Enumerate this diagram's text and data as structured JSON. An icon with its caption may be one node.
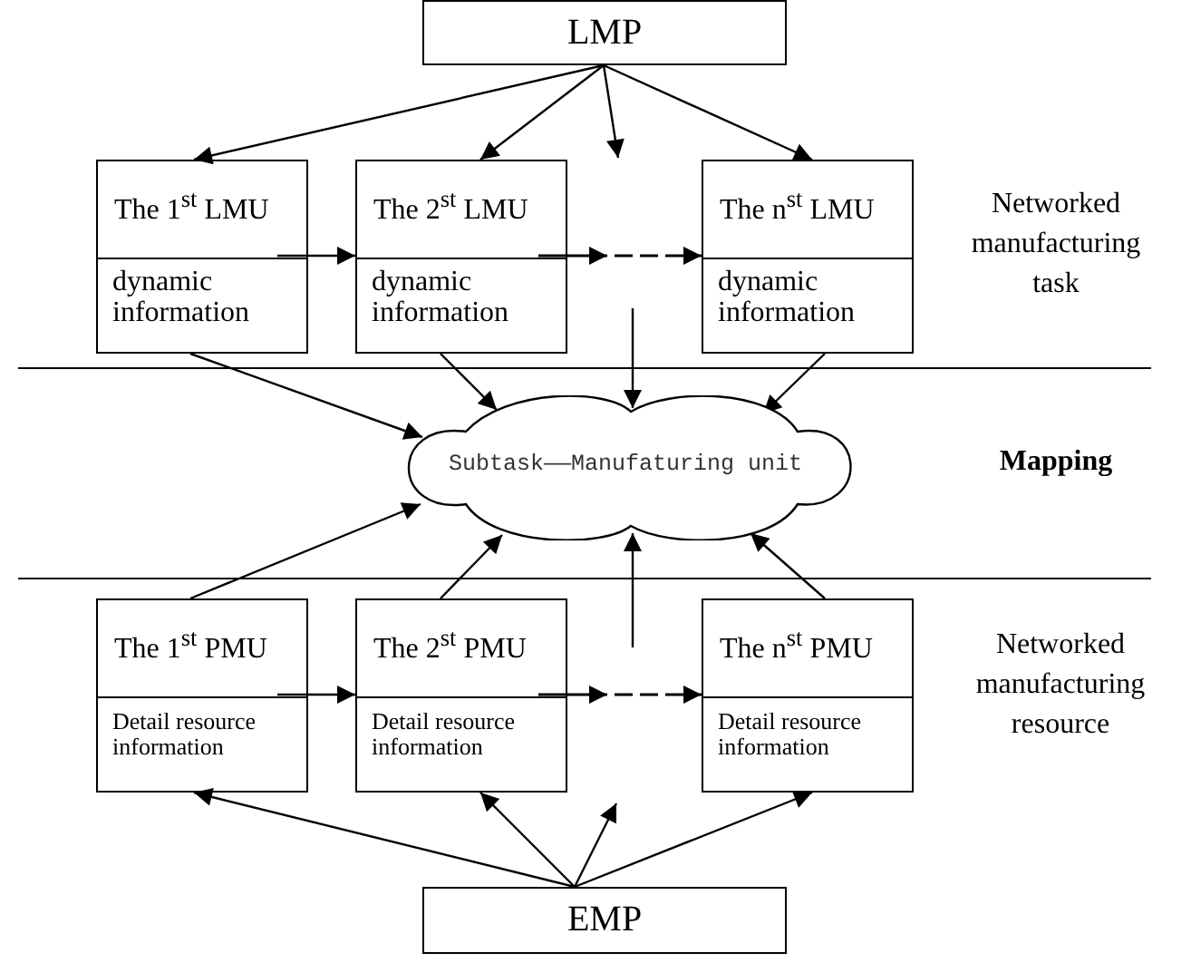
{
  "diagram": {
    "nodes": [
      {
        "text": [
          "LMP"
        ]
      },
      {
        "text": [
          "The 1$^{st}$ LMU",
          "dynamic information"
        ]
      },
      {
        "text": [
          "The 2$^{st}$ LMU",
          "dynamic information"
        ]
      },
      {
        "text": [
          "The n$^{st}$ LMU",
          "dynamic information"
        ]
      },
      {
        "text": [
          "Subtask——Manufaturing unit"
        ]
      },
      {
        "text": [
          "The 1$^{st}$ PMU",
          "Detail resource information"
        ]
      },
      {
        "text": [
          "The 2$^{st}$ PMU",
          "Detail resource information"
        ]
      },
      {
        "text": [
          "The n$^{st}$ PMU",
          "Detail resource information"
        ]
      },
      {
        "text": [
          "EMP"
        ]
      }
    ],
    "edges": [
      {
        "from": 0,
        "to": 1,
        "arrow": "to"
      },
      {
        "from": 0,
        "to": 2,
        "arrow": "to"
      },
      {
        "from": 0,
        "to": null,
        "arrow": "to"
      },
      {
        "from": 0,
        "to": 3,
        "arrow": "to"
      },
      {
        "from": 1,
        "to": 2,
        "arrow": "to"
      },
      {
        "from": 2,
        "to": 3,
        "arrow": "to",
        "style": "dashed"
      },
      {
        "from": 1,
        "to": 4,
        "arrow": "to"
      },
      {
        "from": 2,
        "to": 4,
        "arrow": "to"
      },
      {
        "from": null,
        "to": 4,
        "arrow": "to"
      },
      {
        "from": 3,
        "to": 4,
        "arrow": "to"
      },
      {
        "from": 5,
        "to": 4,
        "arrow": "to"
      },
      {
        "from": 6,
        "to": 4,
        "arrow": "to"
      },
      {
        "from": null,
        "to": 4,
        "arrow": "to"
      },
      {
        "from": 7,
        "to": 4,
        "arrow": "to"
      },
      {
        "from": 5,
        "to": 6,
        "arrow": "to"
      },
      {
        "from": 6,
        "to": 7,
        "arrow": "to",
        "style": "dashed"
      },
      {
        "from": 8,
        "to": 5,
        "arrow": "to"
      },
      {
        "from": 8,
        "to": 6,
        "arrow": "to"
      },
      {
        "from": 8,
        "to": null,
        "arrow": "to"
      },
      {
        "from": 8,
        "to": 7,
        "arrow": "to"
      }
    ],
    "labels": [
      "Networked manufacturing task",
      "Mapping",
      "Networked manufacturing resource"
    ]
  }
}
